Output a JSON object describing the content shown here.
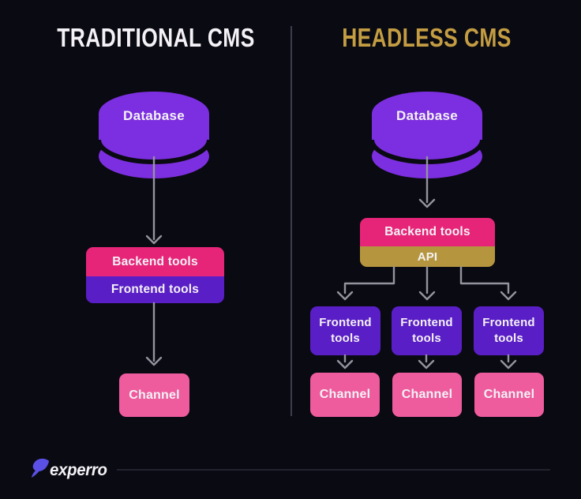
{
  "diagram": {
    "left": {
      "title": "TRADITIONAL CMS",
      "database": "Database",
      "backend": "Backend tools",
      "frontend": "Frontend tools",
      "channel": "Channel"
    },
    "right": {
      "title": "HEADLESS CMS",
      "database": "Database",
      "backend": "Backend tools",
      "api": "API",
      "frontend": [
        "Frontend tools",
        "Frontend tools",
        "Frontend tools"
      ],
      "channels": [
        "Channel",
        "Channel",
        "Channel"
      ]
    },
    "footer": {
      "brand": "experro"
    },
    "colors": {
      "background": "#0a0a12",
      "database_purple": "#7c2fe0",
      "backend_pink": "#e62579",
      "frontend_purple": "#5a1ec6",
      "api_gold": "#b5963e",
      "channel_pink": "#ee5c9e",
      "traditional_title": "#f4f2f6",
      "headless_title_gold": "#c49d43",
      "arrow_gray": "#94949f",
      "logo_blue": "#5a50e6"
    }
  }
}
